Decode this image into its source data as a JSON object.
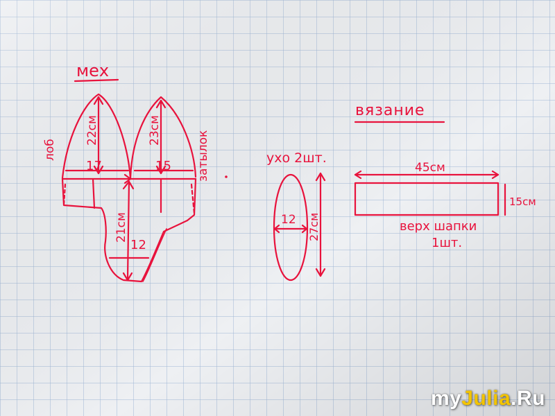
{
  "colors": {
    "ink": "#e8123c",
    "grid": "#9eb6d6",
    "paper": "#eef0f3",
    "watermark_accent": "#f3c400"
  },
  "fur": {
    "title": "мех",
    "forehead_label": "лоб",
    "back_label": "затылок",
    "dim_22": "22см",
    "dim_17": "17",
    "dim_23": "23см",
    "dim_15": "15",
    "dim_21": "21см",
    "dim_12": "12"
  },
  "ear": {
    "title": "ухо 2шт.",
    "dim_width": "12",
    "dim_height": "27см"
  },
  "knit": {
    "title": "вязание",
    "dim_length": "45см",
    "dim_height": "15см",
    "caption_line1": "верх шапки",
    "caption_line2": "1шт."
  },
  "watermark": {
    "part1": "my",
    "part2": "Julia",
    "part3": ".Ru"
  }
}
